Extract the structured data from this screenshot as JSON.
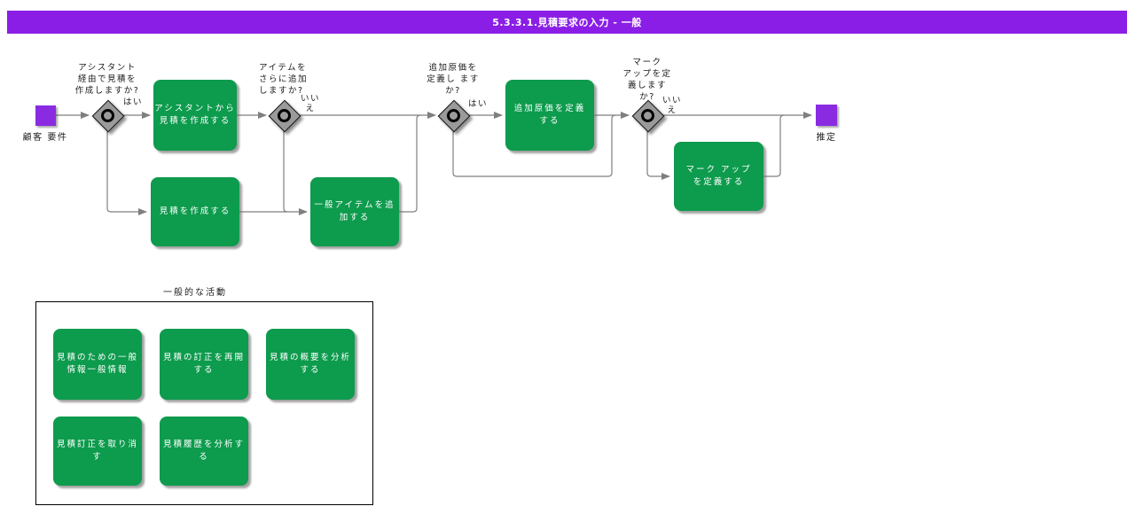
{
  "header": {
    "title": "5.3.3.1.見積要求の入力 - 一般"
  },
  "flow": {
    "start_label": "顧客 要件",
    "end_label": "推定",
    "gateways": [
      {
        "question": "アシスタント\n経由で見積を\n作成しますか?",
        "branch_label": "はい"
      },
      {
        "question": "アイテムを\nさらに追加\nしますか?",
        "branch_label": "いい\nえ"
      },
      {
        "question": "追加原価を\n定義し ます\nか?",
        "branch_label": "はい"
      },
      {
        "question": "マーク\nアップを定\n義します\nか?",
        "branch_label": "いい\nえ"
      }
    ],
    "tasks": [
      {
        "label": "アシスタントから\n見積を作成する"
      },
      {
        "label": "見積を作成する"
      },
      {
        "label": "一般アイテムを追\n加する"
      },
      {
        "label": "追加原価を定義\nする"
      },
      {
        "label": "マーク アップ\nを定義する"
      }
    ]
  },
  "general_activities": {
    "title": "一般的な活動",
    "tasks": [
      {
        "label": "見積のための一般\n情報一般情報"
      },
      {
        "label": "見積の訂正を再開\nする"
      },
      {
        "label": "見積の概要を分析\nする"
      },
      {
        "label": "見積訂正を取り消\nす"
      },
      {
        "label": "見積履歴を分析す\nる"
      }
    ]
  },
  "colors": {
    "accent_purple": "#8a2be2",
    "titlebar_purple": "#8a1ee6",
    "task_green": "#0d9b4d",
    "connector_gray": "#7f7f7f"
  }
}
